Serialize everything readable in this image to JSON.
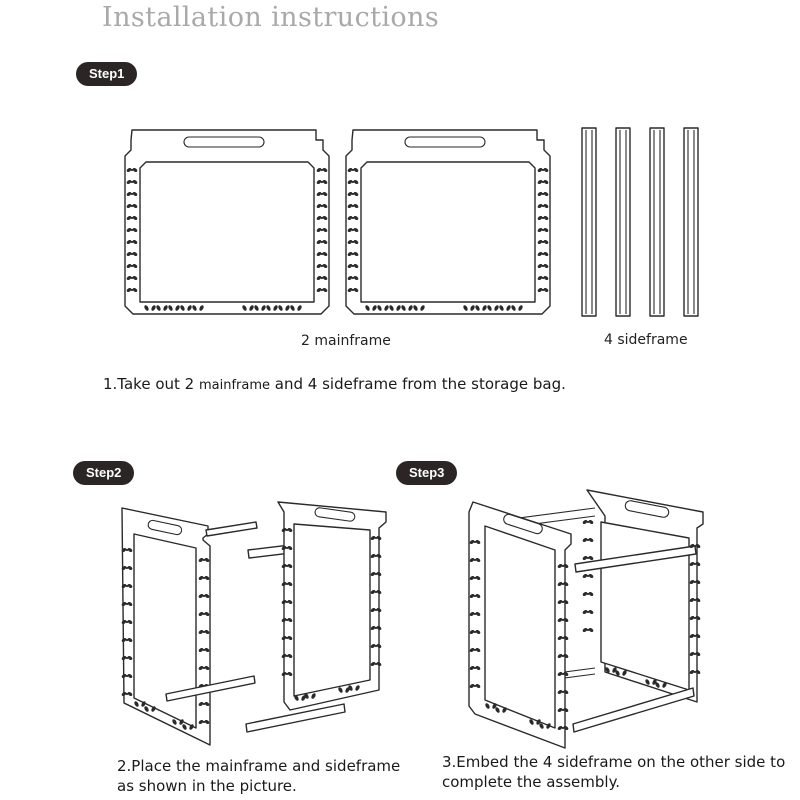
{
  "title": "Installation instructions",
  "steps": [
    {
      "badge": "Step1"
    },
    {
      "badge": "Step2"
    },
    {
      "badge": "Step3"
    }
  ],
  "labels": {
    "mainframe": "2 mainframe",
    "sideframe": "4 sideframe"
  },
  "instructions": {
    "step1_prefix": "1.Take out 2 ",
    "step1_small": "mainframe",
    "step1_suffix": " and 4 sideframe from the storage bag.",
    "step2": "2.Place the mainframe and sideframe as shown in the picture.",
    "step3": "3.Embed the 4 sideframe on the other side to complete the assembly."
  }
}
